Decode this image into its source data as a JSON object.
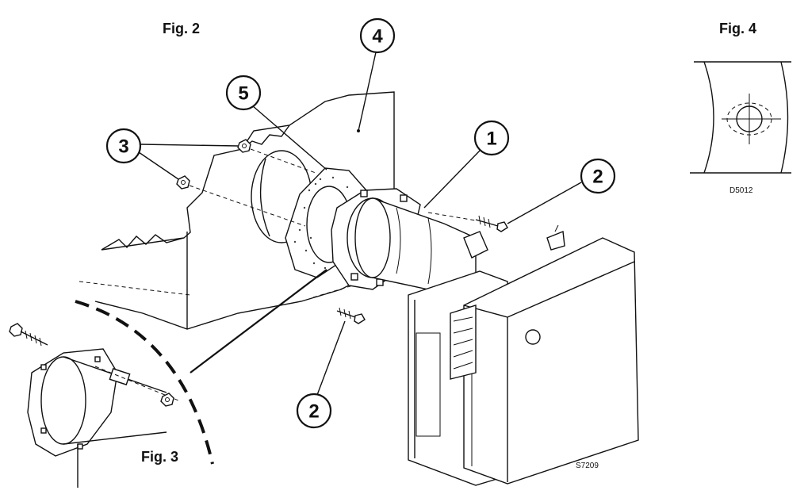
{
  "figures": {
    "fig2": "Fig. 2",
    "fig3": "Fig. 3",
    "fig4": "Fig. 4"
  },
  "callouts": {
    "c1": "1",
    "c2_top": "2",
    "c2_bottom": "2",
    "c3": "3",
    "c4": "4",
    "c5": "5"
  },
  "codes": {
    "main": "S7209",
    "fig4": "D5012"
  }
}
